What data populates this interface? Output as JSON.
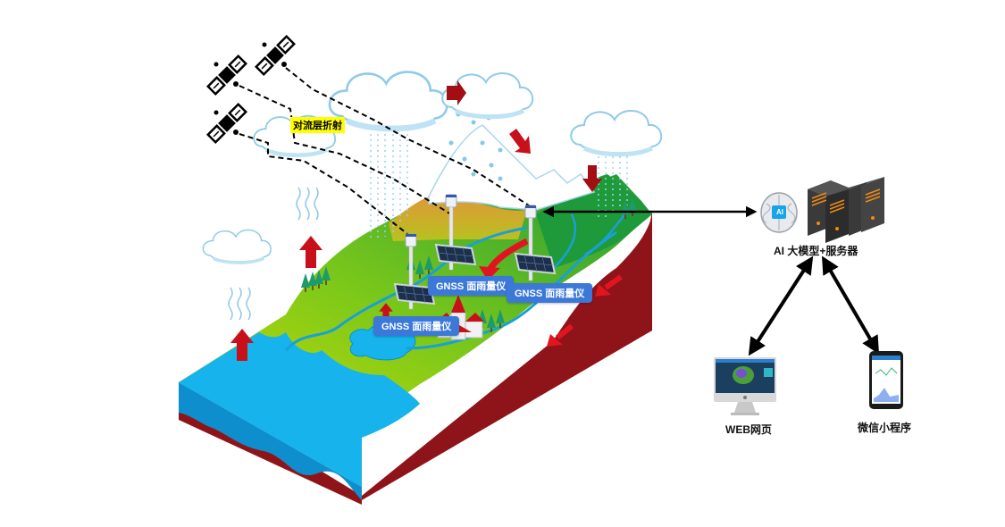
{
  "diagram": {
    "title": "GNSS rain gauge monitoring system with AI model and servers",
    "labels": {
      "troposphere": "对流层折射",
      "gauges": [
        "GNSS 面雨量仪",
        "GNSS 面雨量仪",
        "GNSS 面雨量仪"
      ],
      "server": "AI  大模型+服务器",
      "web": "WEB网页",
      "miniprogram": "微信小程序",
      "ai_badge": "AI"
    },
    "colors": {
      "ocean": "#16b3ec",
      "land_light": "#b5d80a",
      "land_mid": "#5ec11e",
      "land_dark": "#1f9a3a",
      "mountain_orange": "#d98a2c",
      "soil": "#8f1419",
      "arrow_red": "#c8101a",
      "label_blue": "#3b78d8",
      "highlight": "#ffff00",
      "cloud_outline": "#8fcbe8"
    },
    "nodes": [
      {
        "id": "satellites",
        "count": 3,
        "icon": "satellite-icon"
      },
      {
        "id": "gauges",
        "count": 3,
        "icon": "gnss-rain-gauge-icon"
      },
      {
        "id": "ai-brain",
        "icon": "ai-brain-icon"
      },
      {
        "id": "servers",
        "icon": "server-rack-icon"
      },
      {
        "id": "web",
        "icon": "desktop-monitor-icon"
      },
      {
        "id": "miniprogram",
        "icon": "smartphone-icon"
      }
    ],
    "edges": [
      {
        "from": "satellites",
        "to": "gauges",
        "style": "dashed"
      },
      {
        "from": "gauges",
        "to": "ai-brain",
        "style": "bidirectional"
      },
      {
        "from": "servers",
        "to": "web",
        "style": "bidirectional"
      },
      {
        "from": "servers",
        "to": "miniprogram",
        "style": "bidirectional"
      }
    ]
  }
}
